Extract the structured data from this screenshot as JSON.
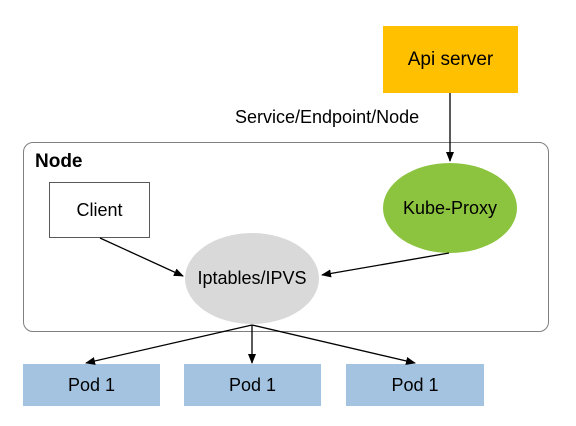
{
  "diagram": {
    "node_group": {
      "title": "Node"
    },
    "api_server": {
      "label": "Api server",
      "color": "#ffc000"
    },
    "edge_api_to_proxy": {
      "label": "Service/Endpoint/Node"
    },
    "client": {
      "label": "Client"
    },
    "kube_proxy": {
      "label": "Kube-Proxy",
      "color": "#8cc43f"
    },
    "iptables": {
      "label": "Iptables/IPVS",
      "color": "#d9d9d9"
    },
    "pods": [
      {
        "label": "Pod 1"
      },
      {
        "label": "Pod 1"
      },
      {
        "label": "Pod 1"
      }
    ],
    "pod_color": "#a4c3e0"
  }
}
